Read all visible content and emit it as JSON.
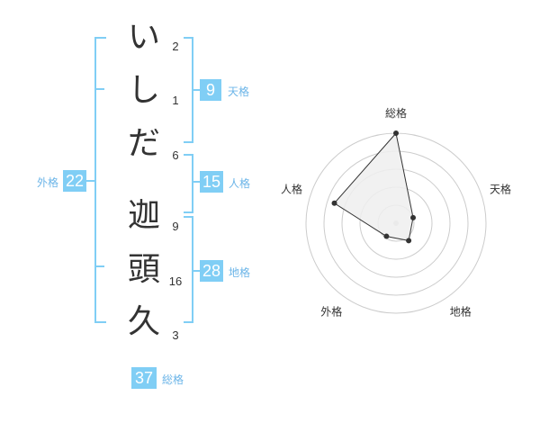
{
  "name": {
    "characters": [
      {
        "char": "い",
        "strokes": "2"
      },
      {
        "char": "し",
        "strokes": "1"
      },
      {
        "char": "だ",
        "strokes": "6"
      },
      {
        "char": "迦",
        "strokes": "9"
      },
      {
        "char": "頭",
        "strokes": "16"
      },
      {
        "char": "久",
        "strokes": "3"
      }
    ]
  },
  "fortune": {
    "tenkaku": {
      "label": "天格",
      "value": "9"
    },
    "jinkaku": {
      "label": "人格",
      "value": "15"
    },
    "chikaku": {
      "label": "地格",
      "value": "28"
    },
    "gaikaku": {
      "label": "外格",
      "value": "22"
    },
    "soukaku": {
      "label": "総格",
      "value": "37"
    }
  },
  "chart_data": {
    "type": "radar",
    "axes": [
      "総格",
      "天格",
      "地格",
      "外格",
      "人格"
    ],
    "values": [
      5,
      1,
      1.2,
      0.9,
      3.6
    ],
    "max": 5,
    "rings": 5,
    "grid": true,
    "colors": {
      "fill": "#eeeeee",
      "stroke": "#333333",
      "grid": "#cccccc",
      "center": "#cccccc"
    }
  },
  "colors": {
    "badge": "#80cef5",
    "bracket": "#80cef5",
    "label": "#6cb5e8",
    "text": "#333333"
  }
}
